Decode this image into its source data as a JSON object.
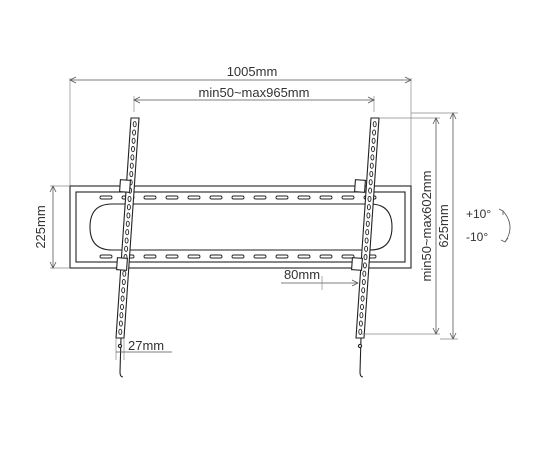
{
  "dimensions": {
    "overall_width": "1005mm",
    "vesa_width": "min50~max965mm",
    "plate_height": "225mm",
    "vesa_height": "min50~max602mm",
    "overall_height": "625mm",
    "arm_offset": "80mm",
    "wall_gap": "27mm"
  },
  "tilt": {
    "up": "+10°",
    "down": "-10°"
  },
  "colors": {
    "line": "#222222",
    "dimension": "#555555",
    "background": "#ffffff"
  }
}
